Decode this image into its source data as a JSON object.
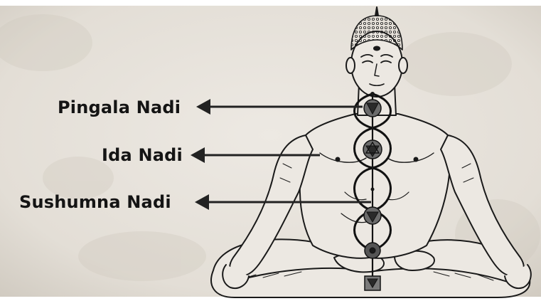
{
  "labels": [
    {
      "id": "pingala",
      "text": "Pingala Nadi"
    },
    {
      "id": "ida",
      "text": "Ida Nadi"
    },
    {
      "id": "sushumna",
      "text": "Sushumna Nadi"
    }
  ],
  "colors": {
    "background": "#e6e1da",
    "ink": "#1a1a1a",
    "arrow": "#222222"
  }
}
